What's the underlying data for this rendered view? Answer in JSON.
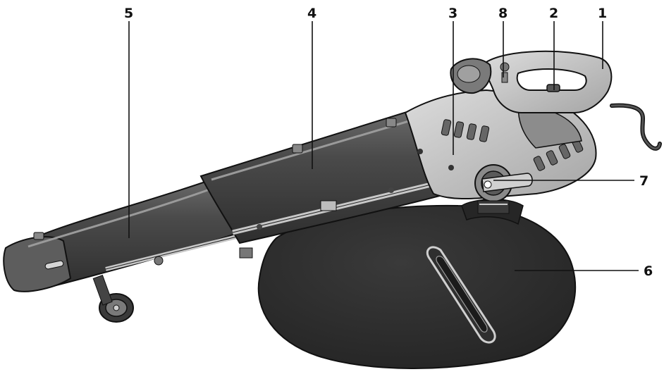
{
  "callouts": [
    {
      "id": "1",
      "label": "1"
    },
    {
      "id": "2",
      "label": "2"
    },
    {
      "id": "3",
      "label": "3"
    },
    {
      "id": "4",
      "label": "4"
    },
    {
      "id": "5",
      "label": "5"
    },
    {
      "id": "6",
      "label": "6"
    },
    {
      "id": "7",
      "label": "7"
    },
    {
      "id": "8",
      "label": "8"
    }
  ],
  "colors": {
    "tube_dark": "#3c3c3c",
    "tube_mid": "#5a5a5a",
    "housing_light": "#c9c9c9",
    "housing_mid": "#9e9e9e",
    "bag": "#2b2b2b",
    "outline": "#1a1a1a"
  }
}
